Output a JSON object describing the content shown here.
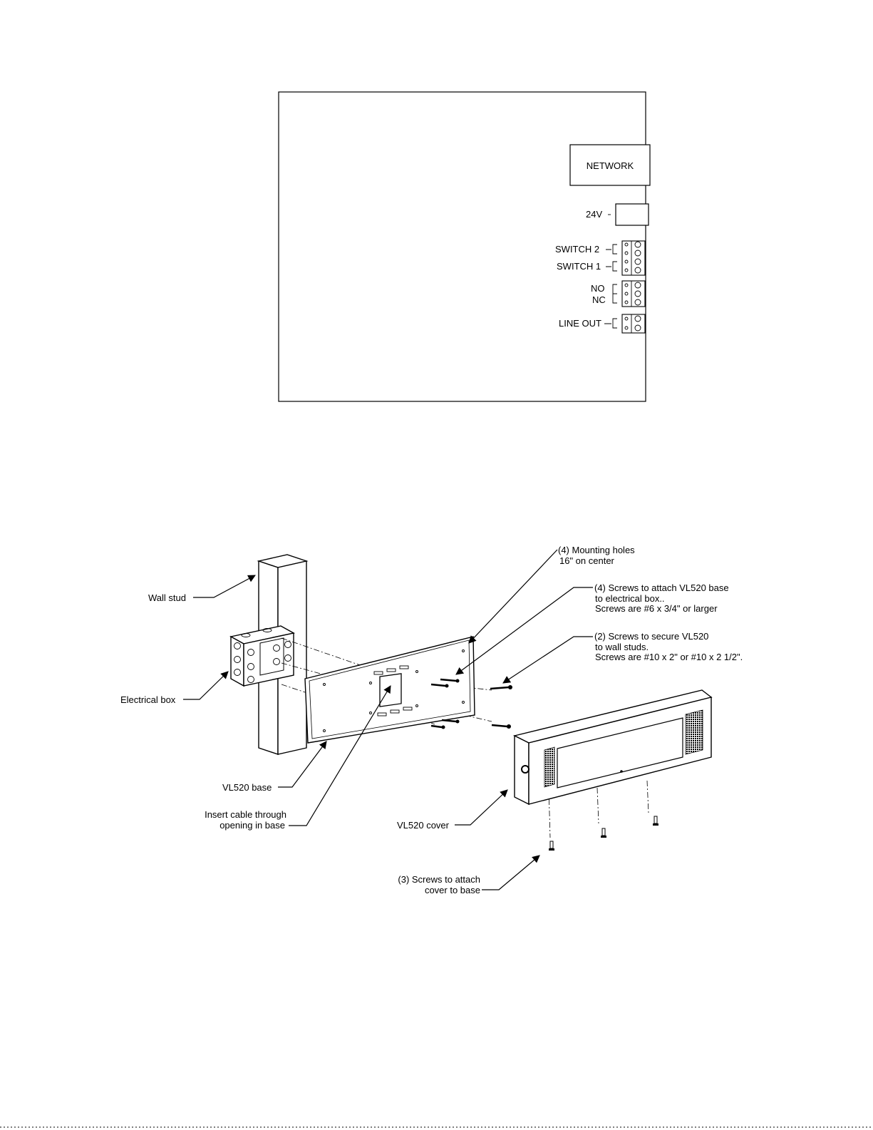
{
  "panel": {
    "network": "NETWORK",
    "power": "24V",
    "switch2": "SWITCH 2",
    "switch1": "SWITCH 1",
    "no": "NO",
    "nc": "NC",
    "line_out": "LINE OUT"
  },
  "callouts": {
    "mounting_holes": [
      "(4) Mounting holes",
      "16\" on center"
    ],
    "screws_base": [
      "(4) Screws to attach VL520 base",
      "to electrical box..",
      "Screws are #6 x 3/4\" or larger"
    ],
    "screws_studs": [
      "(2) Screws to secure VL520",
      "to wall studs.",
      "Screws are #10 x 2\" or #10 x 2 1/2\"."
    ],
    "wall_stud": "Wall stud",
    "electrical_box": "Electrical box",
    "vl520_base": "VL520 base",
    "insert_cable": [
      "Insert cable through",
      "opening in base"
    ],
    "vl520_cover": "VL520 cover",
    "screws_cover": [
      "(3) Screws to attach",
      "cover to base"
    ]
  }
}
